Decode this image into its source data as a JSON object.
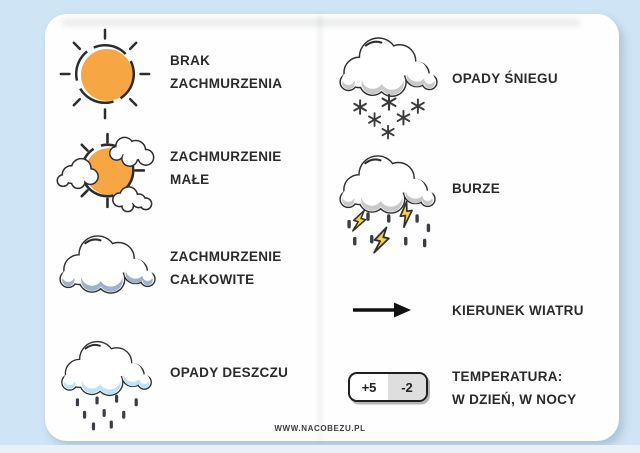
{
  "page": {
    "background_color": "#cfe4f5",
    "card_color": "#fefefe"
  },
  "colors": {
    "sun_orange": "#f6a743",
    "outline_dark": "#2f2f2f",
    "text_dark": "#2b2b2b",
    "cloud_shade_blue_gray": "#9fb2c9",
    "cloud_shade_light_blue": "#bee3f7",
    "cloud_shade_gray": "#c9c9c9",
    "lightning_yellow": "#f7d33e",
    "temp_night_bg": "#dedede"
  },
  "legend": [
    {
      "id": "no-clouds",
      "icon": "sun-icon",
      "label_lines": [
        "BRAK",
        "ZACHMURZENIA"
      ]
    },
    {
      "id": "few-clouds",
      "icon": "sun-behind-clouds-icon",
      "label_lines": [
        "ZACHMURZENIE",
        "MAŁE"
      ]
    },
    {
      "id": "overcast",
      "icon": "cloud-icon",
      "label_lines": [
        "ZACHMURZENIE",
        "CAŁKOWITE"
      ]
    },
    {
      "id": "rain",
      "icon": "rain-cloud-icon",
      "label_lines": [
        "OPADY DESZCZU"
      ]
    },
    {
      "id": "snow",
      "icon": "snow-cloud-icon",
      "label_lines": [
        "OPADY ŚNIEGU"
      ]
    },
    {
      "id": "storm",
      "icon": "storm-cloud-icon",
      "label_lines": [
        "BURZE"
      ]
    },
    {
      "id": "wind-direction",
      "icon": "wind-arrow-icon",
      "label_lines": [
        "KIERUNEK WIATRU"
      ]
    },
    {
      "id": "temperature",
      "icon": "temperature-badge",
      "label_lines": [
        "TEMPERATURA:",
        "W DZIEŃ, W NOCY"
      ]
    }
  ],
  "temperature": {
    "day": "+5",
    "night": "-2"
  },
  "footer": {
    "website": "WWW.NACOBEZU.PL"
  }
}
